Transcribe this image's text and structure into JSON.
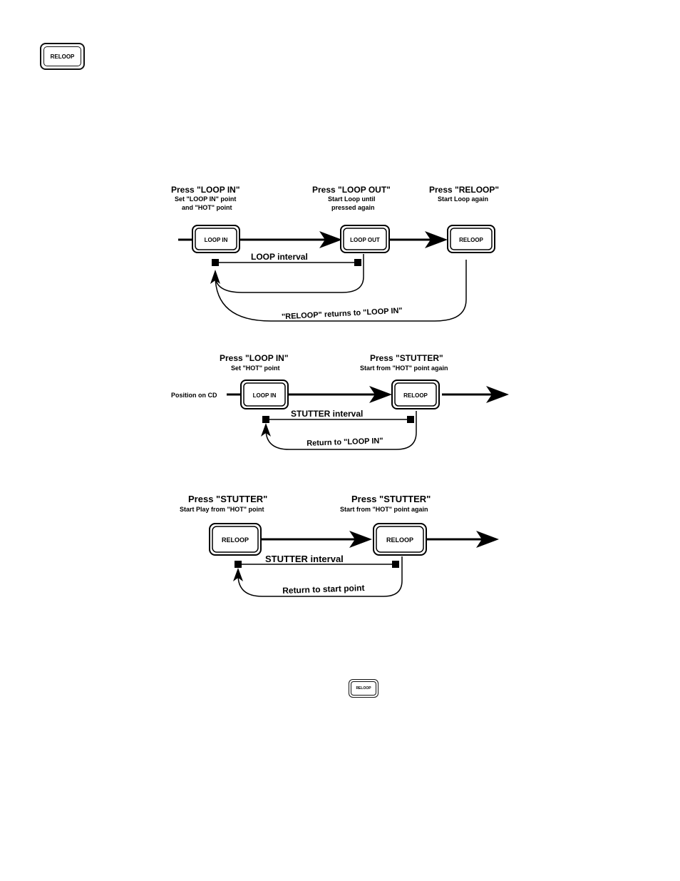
{
  "icons": {
    "top_button_label": "RELOOP",
    "inline_button_label": "RELOOP"
  },
  "diagram1": {
    "step1_title": "Press \"LOOP IN\"",
    "step1_desc_1": "Set \"LOOP IN\" point",
    "step1_desc_2": "and \"HOT\" point",
    "step2_title": "Press \"LOOP OUT\"",
    "step2_desc_1": "Start Loop until",
    "step2_desc_2": "pressed again",
    "step3_title": "Press \"RELOOP\"",
    "step3_desc_1": "Start Loop again",
    "btn_loop_in": "LOOP IN",
    "btn_loop_out": "LOOP OUT",
    "btn_reloop": "RELOOP",
    "interval_label": "LOOP interval",
    "return_label": "\"RELOOP\" returns to \"LOOP IN\""
  },
  "diagram2": {
    "step1_title": "Press \"LOOP IN\"",
    "step1_desc": "Set \"HOT\" point",
    "step2_title": "Press \"STUTTER\"",
    "step2_desc": "Start from \"HOT\" point again",
    "position_label": "Position on CD",
    "btn_loop_in": "LOOP IN",
    "btn_reloop": "RELOOP",
    "interval_label": "STUTTER interval",
    "return_label": "Return to \"LOOP IN\""
  },
  "diagram3": {
    "step1_title": "Press \"STUTTER\"",
    "step1_desc": "Start Play from \"HOT\" point",
    "step2_title": "Press \"STUTTER\"",
    "step2_desc": "Start from \"HOT\" point again",
    "btn_reloop_1": "RELOOP",
    "btn_reloop_2": "RELOOP",
    "interval_label": "STUTTER interval",
    "return_label": "Return to start point"
  }
}
